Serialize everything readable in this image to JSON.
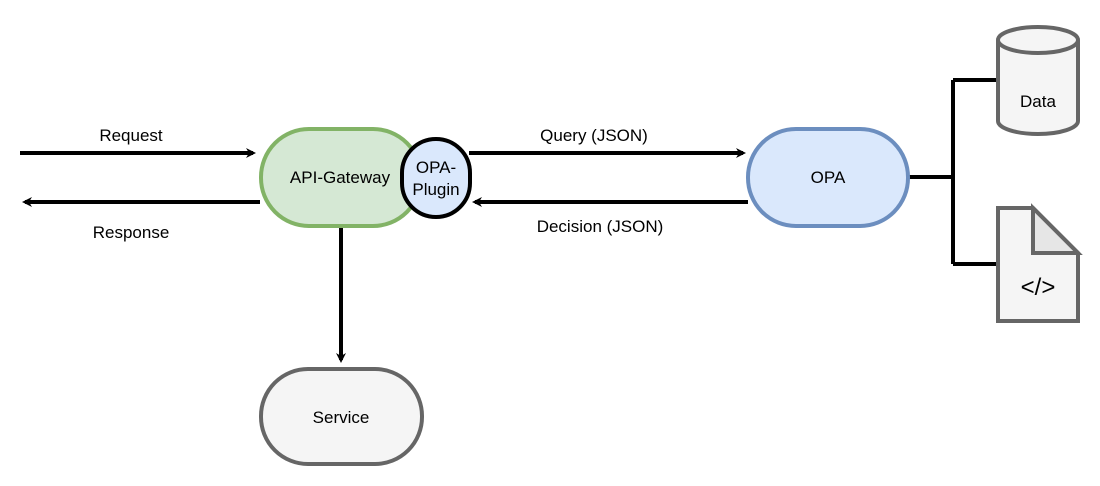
{
  "nodes": {
    "gateway": {
      "label": "API-Gateway",
      "fill": "#d5e8d4",
      "stroke": "#82b366"
    },
    "plugin": {
      "label_line1": "OPA-",
      "label_line2": "Plugin",
      "fill": "#dae8fc",
      "stroke": "#000000"
    },
    "opa": {
      "label": "OPA",
      "fill": "#dae8fc",
      "stroke": "#6c8ebf"
    },
    "service": {
      "label": "Service",
      "fill": "#f5f5f5",
      "stroke": "#666666"
    },
    "data_store": {
      "label": "Data",
      "fill": "#f5f5f5",
      "stroke": "#666666"
    },
    "policy_file": {
      "label": "</>",
      "fill": "#f5f5f5",
      "stroke": "#666666"
    }
  },
  "edges": {
    "request": {
      "label": "Request"
    },
    "response": {
      "label": "Response"
    },
    "query": {
      "label": "Query (JSON)"
    },
    "decision": {
      "label": "Decision (JSON)"
    }
  },
  "colors": {
    "line": "#000000",
    "background": "#ffffff"
  }
}
